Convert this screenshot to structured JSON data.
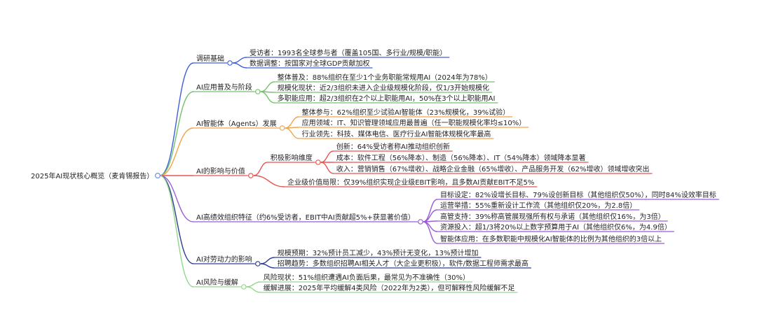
{
  "root": "2025年AI现状核心概览（麦肯锡报告）",
  "branches": [
    {
      "label": "调研基础",
      "color": "#3d5fd9",
      "children": [
        {
          "label": "受访者：1993名全球参与者（覆盖105国、多行业/规模/职能）"
        },
        {
          "label": "数据调整：按国家对全球GDP贡献加权"
        }
      ]
    },
    {
      "label": "AI应用普及与阶段",
      "color": "#74c26c",
      "children": [
        {
          "label": "整体普及：88%组织在至少1个业务职能常规用AI（2024年为78%）"
        },
        {
          "label": "规模化现状：近2/3组织未进入企业级规模化阶段，仅1/3开始规模化"
        },
        {
          "label": "多职能应用：超2/3组织在2个以上职能用AI，50%在3个以上职能用AI"
        }
      ]
    },
    {
      "label": "AI智能体（Agents）发展",
      "color": "#f2a34a",
      "children": [
        {
          "label": "整体参与：62%组织至少试验AI智能体（23%规模化，39%试验）"
        },
        {
          "label": "应用领域：IT、知识管理领域应用最普遍（任一职能规模化率均≤10%）"
        },
        {
          "label": "行业领先：科技、媒体电信、医疗行业AI智能体规模化率最高"
        }
      ]
    },
    {
      "label": "AI的影响与价值",
      "color": "#e8554f",
      "children": [
        {
          "label": "积极影响维度",
          "children": [
            {
              "label": "创新：64%受访者称AI推动组织创新"
            },
            {
              "label": "成本：软件工程（56%降本）、制造（56%降本）、IT（54%降本）领域降本显著"
            },
            {
              "label": "收入：营销销售（67%增收）、战略企业金融（65%增收）、产品服务开发（62%增收）领域增收突出"
            }
          ]
        },
        {
          "label": "企业级价值局限：仅39%组织实现企业级EBIT影响，且多数AI贡献EBIT不足5%"
        }
      ]
    },
    {
      "label": "AI高绩效组织特征（约6%受访者，EBIT中AI贡献超5%+获显著价值）",
      "color": "#9a5bd6",
      "children": [
        {
          "label": "目标设定：82%设增长目标、79%设创新目标（其他组织仅50%），同时84%设效率目标"
        },
        {
          "label": "运营举措：55%重新设计工作流（其他组织仅20%，为2.8倍）"
        },
        {
          "label": "高管支持：39%称高管展现强所有权与承诺（其他组织仅16%，为3倍）"
        },
        {
          "label": "资源投入：超1/3将20%以上数字预算用于AI（其他组织仅6%，为4.9倍）"
        },
        {
          "label": "智能体应用：在多数职能中规模化AI智能体的比例为其他组织的3倍以上"
        }
      ]
    },
    {
      "label": "AI对劳动力的影响",
      "color": "#2c3e94",
      "children": [
        {
          "label": "规模预期：32%预计员工减少，43%预计无变化，13%预计增加"
        },
        {
          "label": "招聘趋势：多数组织招聘AI相关人才（大企业更积极），软件/数据工程师需求最高"
        }
      ]
    },
    {
      "label": "AI风险与缓解",
      "color": "#92d88a",
      "children": [
        {
          "label": "风险现状：51%组织遭遇AI负面后果，最常见为不准确性（30%）"
        },
        {
          "label": "缓解进展：2025年平均缓解4类风险（2022年为2类），但可解释性风险缓解不足"
        }
      ]
    }
  ]
}
